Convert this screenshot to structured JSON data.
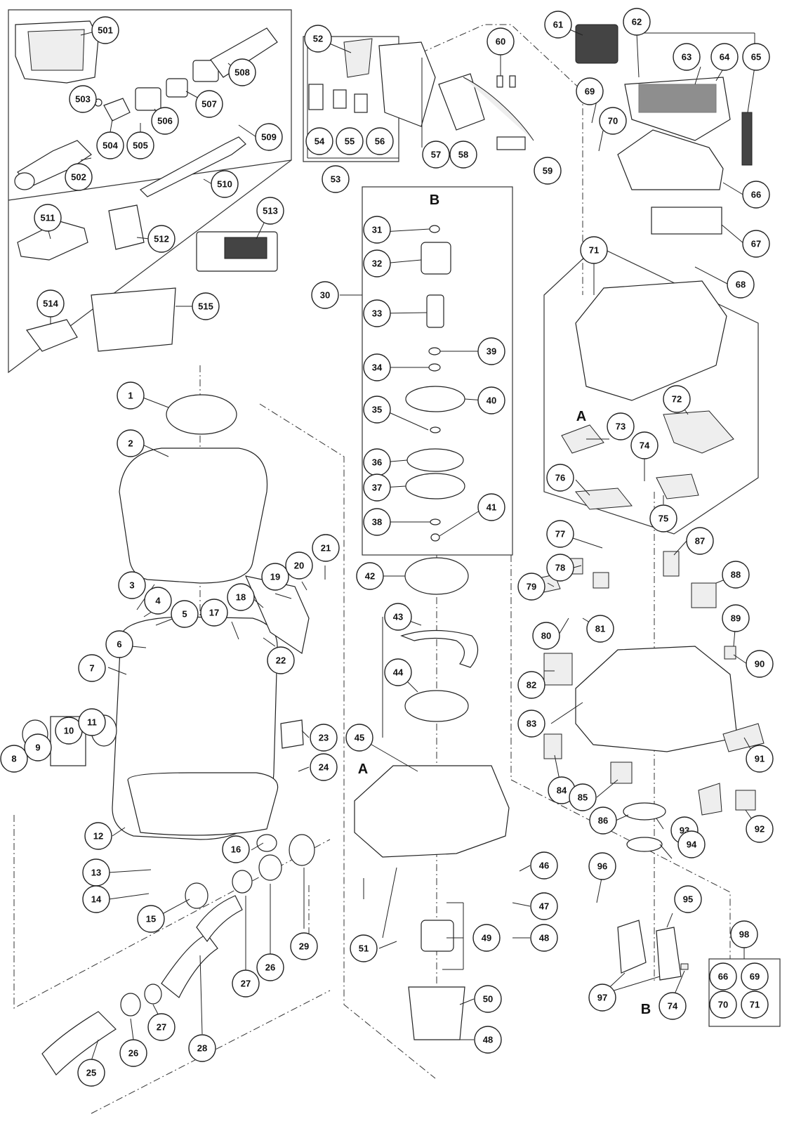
{
  "callouts": {
    "c1": "1",
    "c2": "2",
    "c3": "3",
    "c4": "4",
    "c5": "5",
    "c6": "6",
    "c7": "7",
    "c8": "8",
    "c9": "9",
    "c10": "10",
    "c11": "11",
    "c12": "12",
    "c13": "13",
    "c14": "14",
    "c15": "15",
    "c16": "16",
    "c17": "17",
    "c18": "18",
    "c19": "19",
    "c20": "20",
    "c21": "21",
    "c22": "22",
    "c23": "23",
    "c24": "24",
    "c25": "25",
    "c26a": "26",
    "c26b": "26",
    "c27a": "27",
    "c27b": "27",
    "c28": "28",
    "c29": "29",
    "c30": "30",
    "c31": "31",
    "c32": "32",
    "c33": "33",
    "c34": "34",
    "c35": "35",
    "c36": "36",
    "c37": "37",
    "c38": "38",
    "c39": "39",
    "c40": "40",
    "c41": "41",
    "c42": "42",
    "c43": "43",
    "c44": "44",
    "c45": "45",
    "c46": "46",
    "c47": "47",
    "c48a": "48",
    "c48b": "48",
    "c49": "49",
    "c50": "50",
    "c51": "51",
    "c52": "52",
    "c53": "53",
    "c54": "54",
    "c55": "55",
    "c56": "56",
    "c57": "57",
    "c58": "58",
    "c59": "59",
    "c60": "60",
    "c61": "61",
    "c62": "62",
    "c63": "63",
    "c64": "64",
    "c65": "65",
    "c66": "66",
    "c67": "67",
    "c68": "68",
    "c69": "69",
    "c70": "70",
    "c71": "71",
    "c72": "72",
    "c73": "73",
    "c74a": "74",
    "c74b": "74",
    "c75": "75",
    "c76": "76",
    "c77": "77",
    "c78": "78",
    "c79": "79",
    "c80": "80",
    "c81": "81",
    "c82": "82",
    "c83": "83",
    "c84": "84",
    "c85": "85",
    "c86": "86",
    "c87": "87",
    "c88": "88",
    "c89": "89",
    "c90": "90",
    "c91": "91",
    "c92": "92",
    "c93": "93",
    "c94": "94",
    "c95": "95",
    "c96": "96",
    "c97": "97",
    "c98": "98",
    "k66": "66",
    "k69": "69",
    "k70": "70",
    "k71": "71",
    "c501": "501",
    "c502": "502",
    "c503": "503",
    "c504": "504",
    "c505": "505",
    "c506": "506",
    "c507": "507",
    "c508": "508",
    "c509": "509",
    "c510": "510",
    "c511": "511",
    "c512": "512",
    "c513": "513",
    "c514": "514",
    "c515": "515"
  },
  "letters": {
    "a_top": "A",
    "a_base": "A",
    "b_top": "B",
    "b_bottom": "B"
  }
}
